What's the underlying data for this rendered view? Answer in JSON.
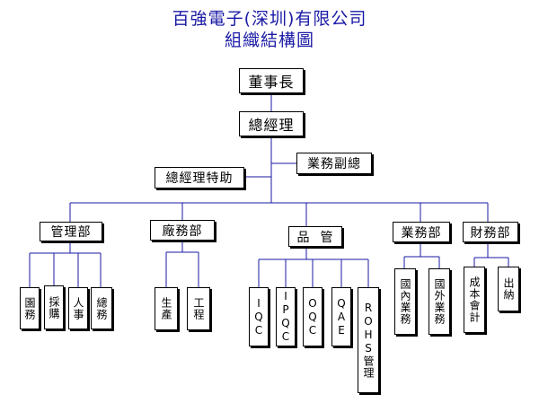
{
  "title": {
    "company": "百強電子(深圳)有限公司",
    "chart": "組織結構圖"
  },
  "nodes": {
    "chairman": "董事長",
    "general_manager": "總經理",
    "vp_business": "業務副總",
    "gm_assistant": "總經理特助",
    "management": {
      "label": "管理部",
      "children": [
        "園務",
        "採購",
        "人事",
        "總務"
      ]
    },
    "factory": {
      "label": "廠務部",
      "children": [
        "生產",
        "工程"
      ]
    },
    "quality": {
      "label": "品  管",
      "children": [
        "IQC",
        "IPQC",
        "OQC",
        "QAE",
        "ROHS管理"
      ]
    },
    "business": {
      "label": "業務部",
      "children": [
        "國內業務",
        "國外業務"
      ]
    },
    "finance": {
      "label": "財務部",
      "children": [
        "成本會計",
        "出納"
      ]
    }
  },
  "colors": {
    "title": "#1a1aa6",
    "line": "#1a1aa6",
    "box_border": "#000000"
  }
}
